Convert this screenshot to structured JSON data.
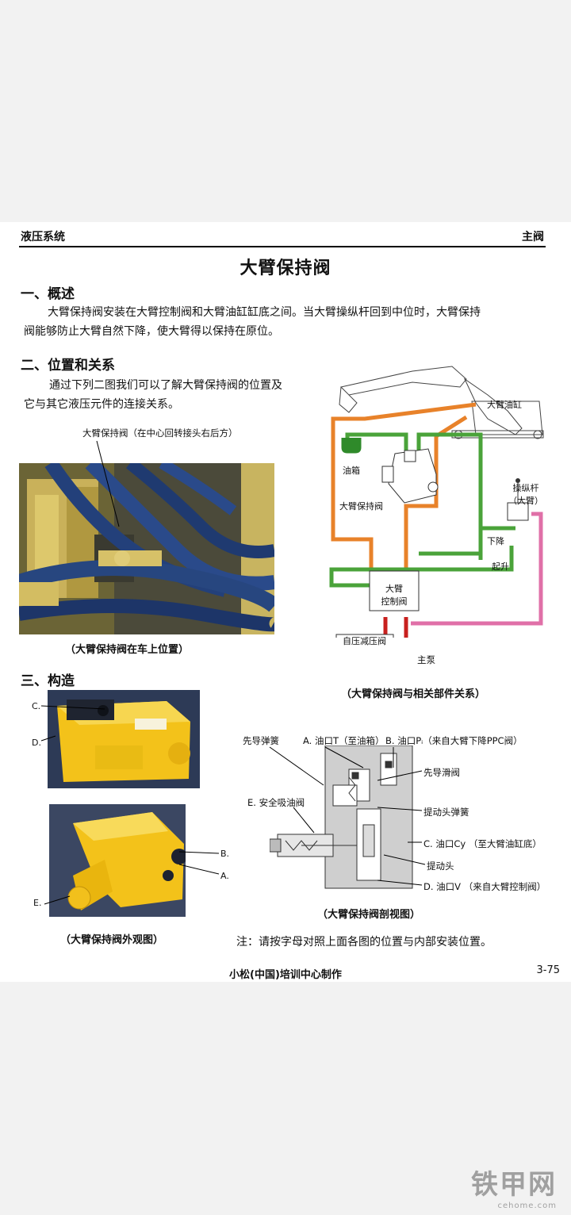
{
  "header": {
    "left": "液压系统",
    "right": "主阀"
  },
  "title": "大臂保持阀",
  "section1": {
    "heading": "一、概述",
    "line1": "大臂保持阀安装在大臂控制阀和大臂油缸缸底之间。当大臂操纵杆回到中位时，大臂保持",
    "line2": "阀能够防止大臂自然下降，使大臂得以保持在原位。"
  },
  "section2": {
    "heading": "二、位置和关系",
    "line1": "通过下列二图我们可以了解大臂保持阀的位置及",
    "line2": "它与其它液压元件的连接关系。",
    "photo_label": "大臂保持阀（在中心回转接头右后方）",
    "photo_caption": "（大臂保持阀在车上位置）",
    "diagram_caption": "（大臂保持阀与相关部件关系）"
  },
  "diagram": {
    "boom_cylinder": "大臂油缸",
    "tank": "油箱",
    "holding_valve": "大臂保持阀",
    "lever": "操纵杆\n（大臂）",
    "lever_l1": "操纵杆",
    "lever_l2": "（大臂）",
    "lower": "下降",
    "raise": "起升",
    "control_valve_l1": "大臂",
    "control_valve_l2": "控制阀",
    "self_pressure_valve": "自压减压阀",
    "main_pump": "主泵"
  },
  "section3": {
    "heading": "三、构造",
    "label_c": "C.",
    "label_d": "D.",
    "label_b": "B.",
    "label_a": "A.",
    "label_e": "E.",
    "external_caption": "（大臂保持阀外观图）"
  },
  "section_view": {
    "pilot_spring": "先导弹簧",
    "port_a": "A. 油口T（至油箱）",
    "port_b": "B. 油口Pᵢ（来自大臂下降PPC阀）",
    "pilot_spool": "先导滑阀",
    "safety_valve": "E. 安全吸油阀",
    "poppet_spring": "提动头弹簧",
    "port_c": "C. 油口Cy （至大臂油缸底）",
    "poppet": "提动头",
    "port_d": "D. 油口V （来自大臂控制阀）",
    "caption": "（大臂保持阀剖视图）"
  },
  "note": "注：请按字母对照上面各图的位置与内部安装位置。",
  "footer": {
    "center": "小松(中国)培训中心制作",
    "right": "3-75"
  },
  "watermark": {
    "main": "铁甲网",
    "sub": "cehome.com"
  },
  "colors": {
    "orange": "#e8822a",
    "green": "#4aa33a",
    "red": "#c8201e",
    "pink": "#e070a8",
    "yellow": "#f3c21a"
  }
}
